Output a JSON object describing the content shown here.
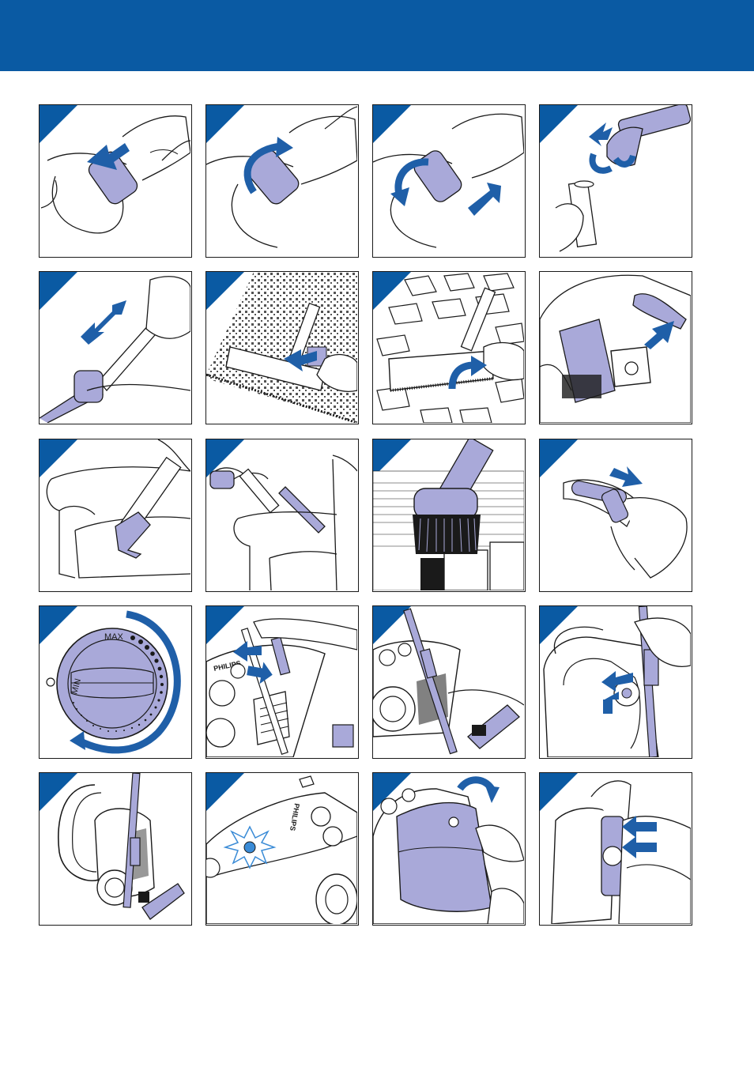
{
  "header": {
    "color": "#0a5aa3"
  },
  "colors": {
    "accent_blue": "#1f5fa8",
    "part_lavender": "#a9a9d9",
    "outline": "#1a1a1a",
    "spark": "#3a8bd6"
  },
  "panels": [
    {
      "icon": "hose-insert-icon"
    },
    {
      "icon": "hose-twist-icon"
    },
    {
      "icon": "hose-remove-icon"
    },
    {
      "icon": "tube-connect-icon"
    },
    {
      "icon": "telescopic-tube-icon"
    },
    {
      "icon": "carpet-nozzle-icon"
    },
    {
      "icon": "hard-floor-nozzle-icon"
    },
    {
      "icon": "accessory-storage-icon"
    },
    {
      "icon": "sofa-crevice-icon"
    },
    {
      "icon": "sofa-tube-icon"
    },
    {
      "icon": "dusting-brush-icon"
    },
    {
      "icon": "suction-slider-icon"
    },
    {
      "icon": "power-dial-icon"
    },
    {
      "icon": "tube-park-icon"
    },
    {
      "icon": "parked-upright-icon"
    },
    {
      "icon": "side-park-icon"
    },
    {
      "icon": "stored-upright-icon"
    },
    {
      "icon": "bag-indicator-icon"
    },
    {
      "icon": "open-cover-icon"
    },
    {
      "icon": "replace-bag-icon"
    }
  ],
  "dial": {
    "max_label": "MAX",
    "min_label": "MIN"
  },
  "brand": {
    "label": "PHILIPS"
  }
}
